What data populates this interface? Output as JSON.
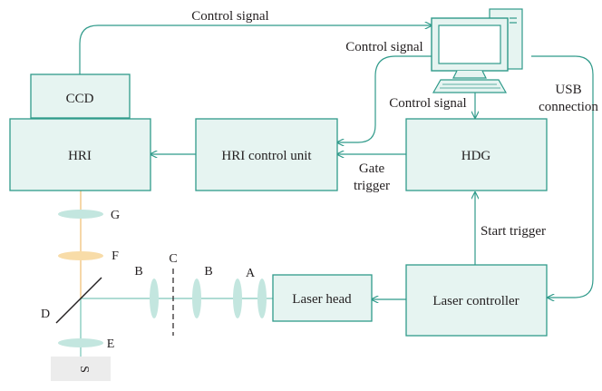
{
  "colors": {
    "box_fill": "#e6f4f1",
    "line": "#2f9a8a",
    "beam_teal": "#7fc8bb",
    "beam_orange": "#f2c179",
    "lens_teal": "#c3e6df",
    "lens_orange": "#f8dca8",
    "sample": "#ececec",
    "text": "#231f20"
  },
  "blocks": {
    "ccd": "CCD",
    "hri": "HRI",
    "hri_control_unit": "HRI control unit",
    "hdg": "HDG",
    "laser_head": "Laser head",
    "laser_controller": "Laser controller"
  },
  "signals": {
    "control_top": "Control signal",
    "control_left": "Control signal",
    "control_mid": "Control signal",
    "usb_line1": "USB",
    "usb_line2": "connection",
    "gate_line1": "Gate",
    "gate_line2": "trigger",
    "start_trigger": "Start trigger"
  },
  "optics": {
    "A": "A",
    "B1": "B",
    "B2": "B",
    "C": "C",
    "D": "D",
    "E": "E",
    "F": "F",
    "G": "G",
    "S": "S"
  },
  "icons": {
    "computer": "computer-icon"
  }
}
